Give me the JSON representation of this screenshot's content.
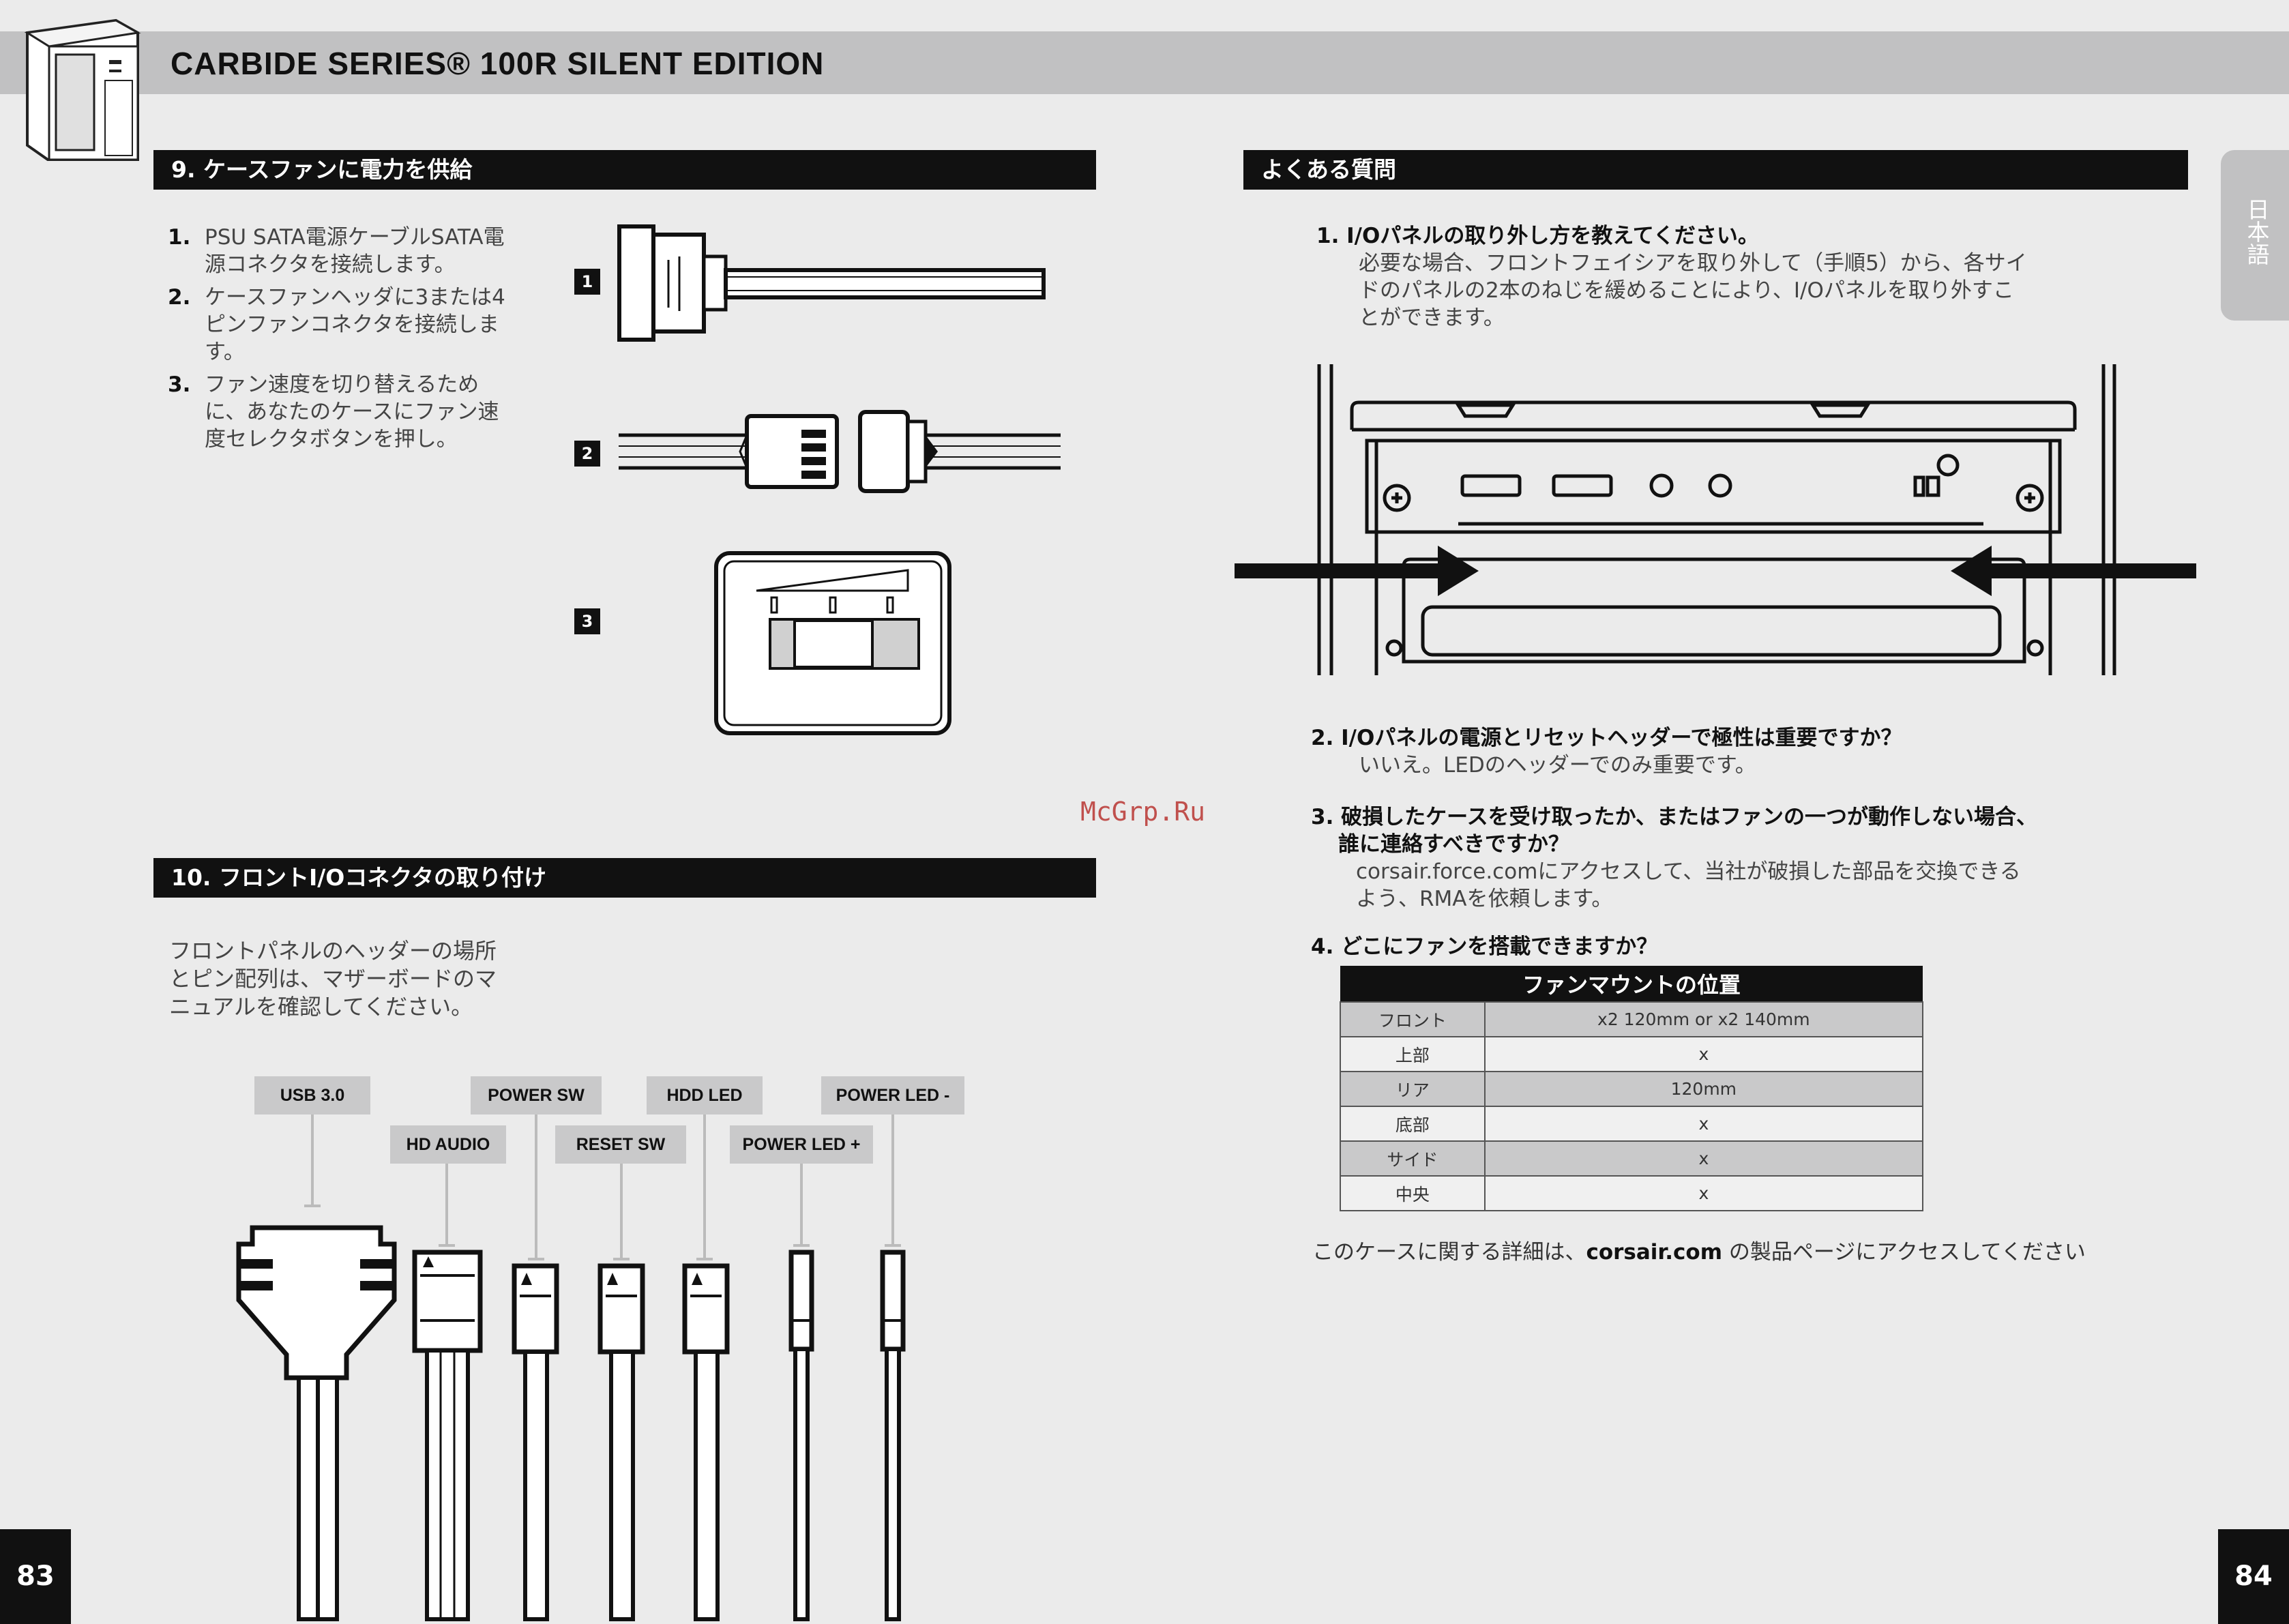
{
  "header": {
    "title": "CARBIDE SERIES® 100R SILENT EDITION"
  },
  "language_tab": "日本語",
  "section9": {
    "title": "9. ケースファンに電力を供給",
    "steps": [
      {
        "num": "1.",
        "text": "PSU SATA電源ケーブルSATA電源コネクタを接続します。"
      },
      {
        "num": "2.",
        "text": "ケースファンヘッダに3または4ピンファンコネクタを接続します。"
      },
      {
        "num": "3.",
        "text": "ファン速度を切り替えるために、あなたのケースにファン速度セレクタボタンを押し。"
      }
    ],
    "figure_labels": [
      "1",
      "2",
      "3"
    ]
  },
  "section10": {
    "title": "10. フロントI/Oコネクタの取り付け",
    "text": "フロントパネルのヘッダーの場所とピン配列は、マザーボードのマニュアルを確認してください。",
    "connectors": [
      "USB 3.0",
      "HD AUDIO",
      "POWER SW",
      "RESET SW",
      "HDD LED",
      "POWER LED +",
      "POWER LED -"
    ]
  },
  "faq": {
    "title": "よくある質問",
    "q1": "1. I/Oパネルの取り外し方を教えてください。",
    "a1": "必要な場合、フロントフェイシアを取り外して（手順5）から、各サイドのパネルの2本のねじを緩めることにより、I/Oパネルを取り外すことができます。",
    "q2": "2. I/Oパネルの電源とリセットヘッダーで極性は重要ですか？",
    "a2": "いいえ。LEDのヘッダーでのみ重要です。",
    "q3_line1": "3. 破損したケースを受け取ったか、またはファンの一つが動作しない場合、",
    "q3_line2": "誰に連絡すべきですか？",
    "a3": "corsair.force.comにアクセスして、当社が破損した部品を交換できるよう、RMAを依頼します。",
    "q4": "4. どこにファンを搭載できますか？",
    "table_title": "ファンマウントの位置",
    "table_rows": [
      {
        "location": "フロント",
        "value": "x2 120mm or x2 140mm"
      },
      {
        "location": "上部",
        "value": "x"
      },
      {
        "location": "リア",
        "value": "120mm"
      },
      {
        "location": "底部",
        "value": "x"
      },
      {
        "location": "サイド",
        "value": "x"
      },
      {
        "location": "中央",
        "value": "x"
      }
    ],
    "footer_pre": "このケースに関する詳細は、",
    "footer_link": "corsair.com",
    "footer_post": " の製品ページにアクセスしてください"
  },
  "watermark": "McGrp.Ru",
  "pages": {
    "left": "83",
    "right": "84"
  }
}
